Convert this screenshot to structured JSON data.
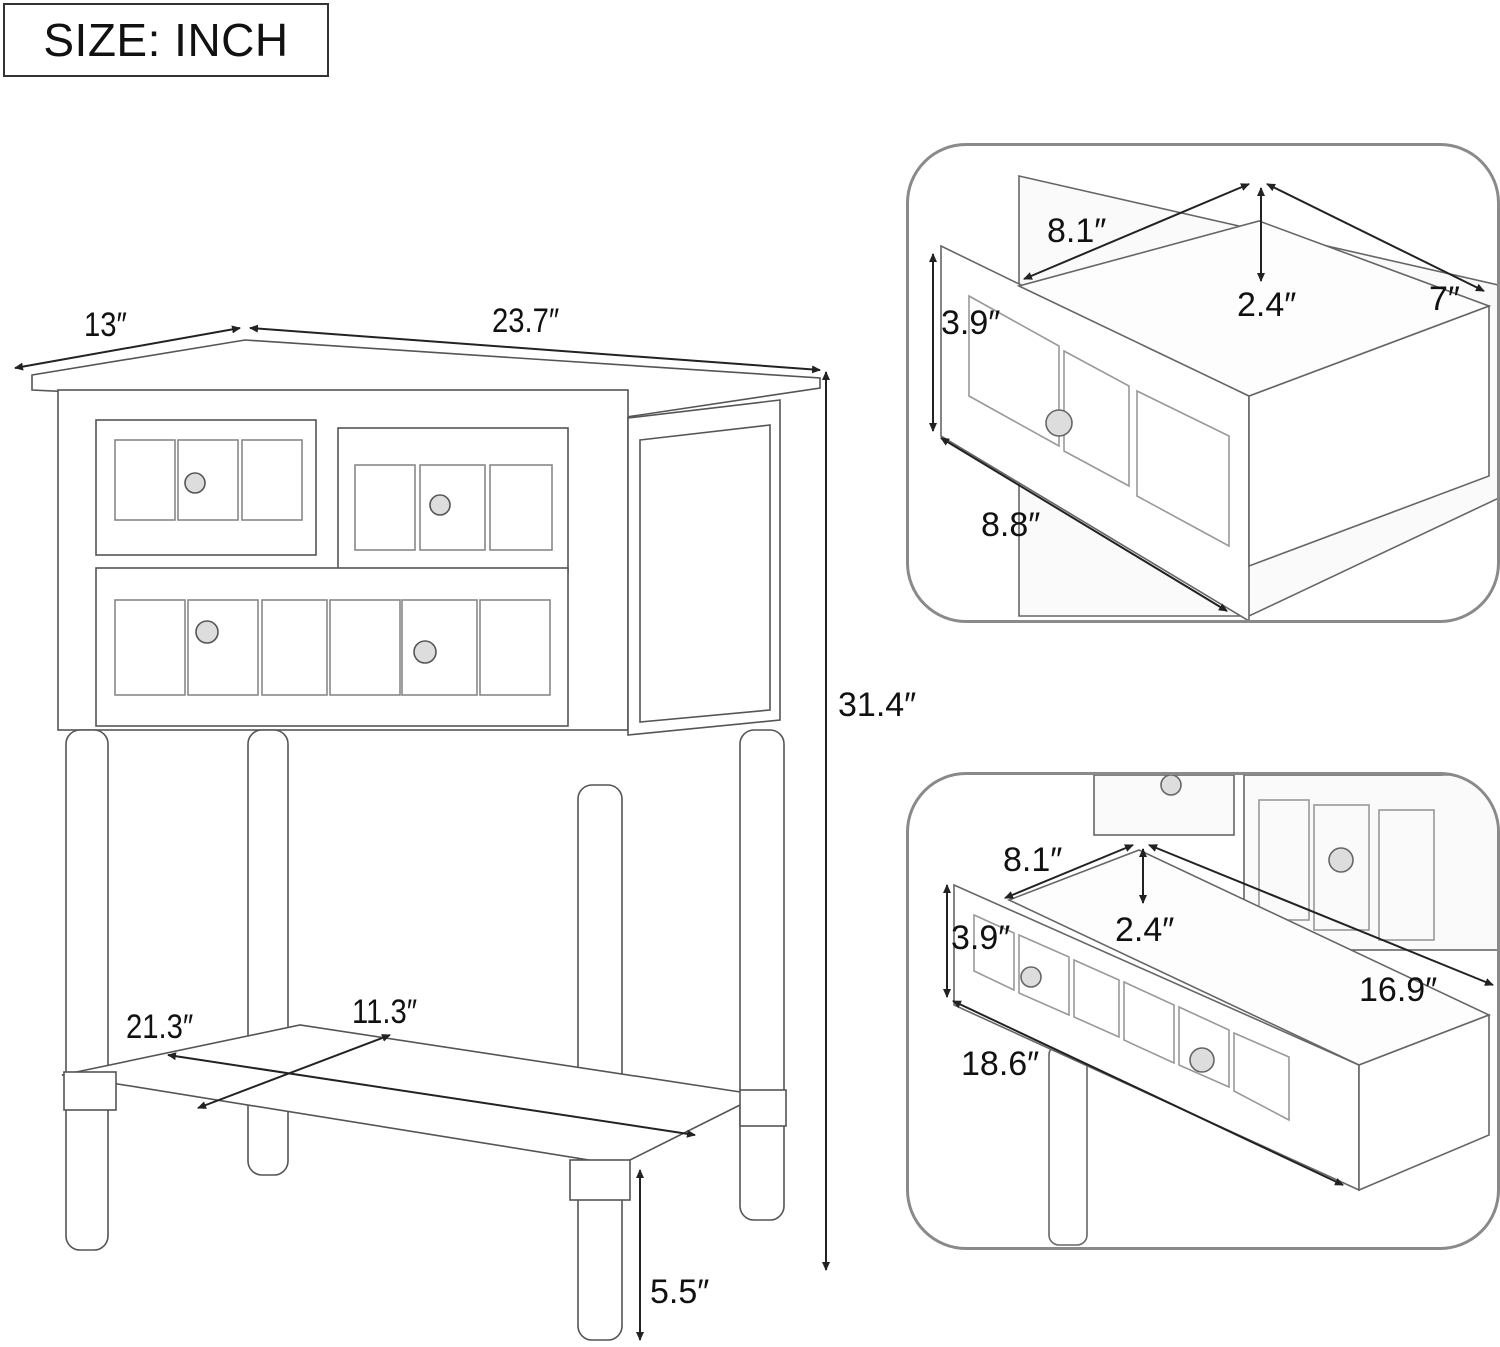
{
  "header": {
    "unit_label": "SIZE: INCH"
  },
  "main_view": {
    "description": "Console table with 3 drawers, turned legs and bottom shelf",
    "dimensions": {
      "depth": "13″",
      "width": "23.7″",
      "height": "31.4″",
      "shelf_width": "21.3″",
      "shelf_depth": "11.3″",
      "shelf_clearance": "5.5″"
    }
  },
  "inset_small_drawer": {
    "description": "Top small drawer pulled open",
    "dimensions": {
      "inner_width": "8.1″",
      "inner_height": "2.4″",
      "inner_depth": "7″",
      "front_height": "3.9″",
      "front_width": "8.8″"
    }
  },
  "inset_large_drawer": {
    "description": "Bottom long drawer pulled open",
    "dimensions": {
      "inner_depth": "8.1″",
      "inner_height": "2.4″",
      "inner_width": "16.9″",
      "front_height": "3.9″",
      "front_width": "18.6″"
    }
  },
  "colors": {
    "line": "#222222",
    "inset_border": "#8a8a8a",
    "background": "#ffffff"
  }
}
